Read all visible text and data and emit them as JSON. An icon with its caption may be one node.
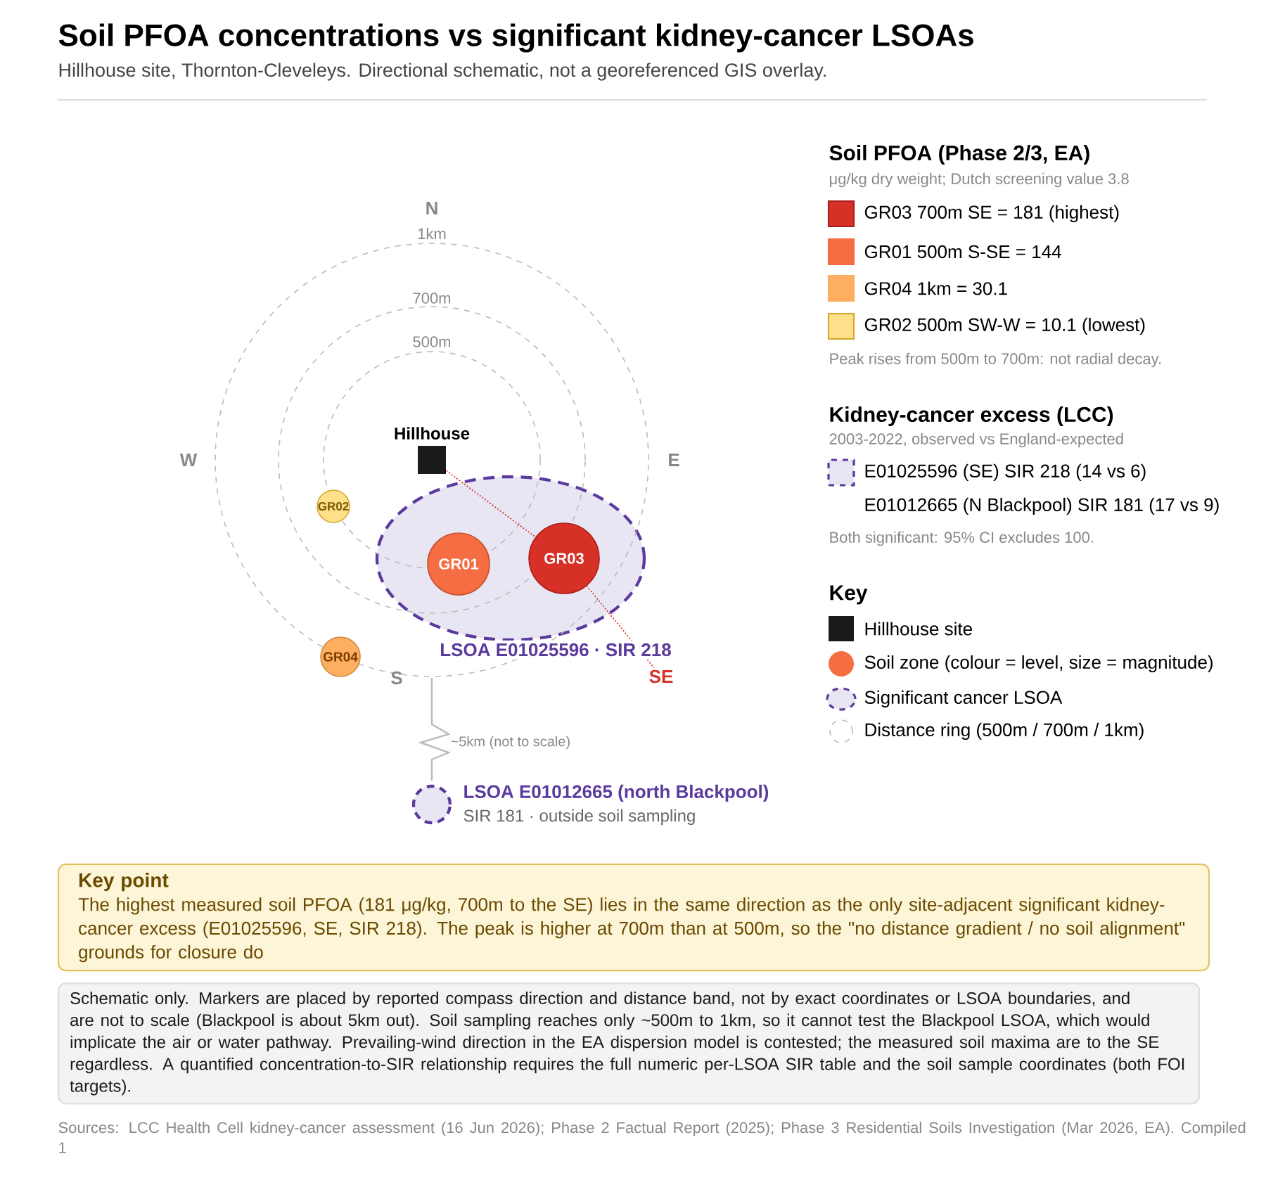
{
  "diagram": {
    "title": "Soil PFOA concentrations vs significant kidney-cancer LSOAs",
    "nodes": [
      {
        "text": [
          "Hillhouse"
        ]
      },
      {
        "text": [
          "LSOA E01025596 · SIR 218"
        ]
      },
      {
        "text": [
          "GR02"
        ]
      },
      {
        "text": [
          "GR01"
        ],
        "in": 1
      },
      {
        "text": [
          "GR03"
        ],
        "in": 1
      },
      {
        "text": [
          "GR04"
        ]
      },
      {
        "text": [
          "SE"
        ]
      },
      {
        "text": [],
        "shape": "circle",
        "beside": [
          "LSOA E01012665 (north Blackpool)",
          "SIR 181 · outside soil sampling"
        ]
      },
      {
        "text": [
          "Key point",
          "The highest measured soil PFOA (181 μg/kg, 700m to the SE) lies in the same direction as the only site-adjacent significant kidney-cancer excess (E01025596, SE, SIR 218). The peak is higher at 700m than at 500m, so the \"no distance gradient / no soil alignment\" grounds for closure do"
        ]
      },
      {
        "text": [
          "Schematic only. Markers are placed by reported compass direction and distance band, not by exact coordinates or LSOA boundaries, and are not to scale (Blackpool is about 5km out). Soil sampling reaches only ~500m to 1km, so it cannot test the Blackpool LSOA, which would implicate the air or water pathway. Prevailing-wind direction in the EA dispersion model is contested; the measured soil maxima are to the SE regardless. A quantified concentration-to-SIR relationship requires the full numeric per-LSOA SIR table and the soil sample coordinates (both FOI targets)."
        ]
      }
    ],
    "edges": [
      {
        "from": 0,
        "to": 4,
        "arrow": "none",
        "style": "dashed",
        "color": "#d73027"
      },
      {
        "from": 4,
        "to": 6,
        "arrow": "none",
        "style": "dashed",
        "color": "#d73027"
      }
    ],
    "labels": [
      "Hillhouse site, Thornton-Cleveleys. Directional schematic, not a georeferenced GIS overlay.",
      "N",
      "1km",
      "700m",
      "500m",
      "W",
      "E",
      "S",
      "~5km (not to scale)",
      "Soil PFOA (Phase 2/3, EA)",
      "μg/kg dry weight; Dutch screening value 3.8",
      "Peak rises from 500m to 700m: not radial decay.",
      "Kidney-cancer excess (LCC)",
      "2003-2022, observed vs England-expected",
      "E01012665 (N Blackpool) SIR 181 (17 vs 9)",
      "Both significant: 95% CI excludes 100.",
      "Key",
      "Sources: LCC Health Cell kidney-cancer assessment (16 Jun 2026); Phase 2 Factual Report (2025); Phase 3 Residential Soils Investigation (Mar 2026, EA). Compiled 1"
    ],
    "legend": [
      {
        "text": "GR03 700m SE = 181 (highest)",
        "color": "#d73027"
      },
      {
        "text": "GR01 500m S-SE = 144",
        "color": "#f46d43"
      },
      {
        "text": "GR04 1km = 30.1",
        "color": "#fdae61"
      },
      {
        "text": "GR02 500m SW-W = 10.1 (lowest)",
        "color": "#fee08b"
      },
      {
        "text": "E01025596 (SE) SIR 218 (14 vs 6)"
      },
      {
        "text": "Hillhouse site",
        "color": "#1a1a1a"
      },
      {
        "text": "Soil zone (colour = level, size = magnitude)",
        "color": "#f46d43"
      },
      {
        "text": "Significant cancer LSOA"
      },
      {
        "text": "Distance ring (500m / 700m / 1km)"
      }
    ]
  }
}
